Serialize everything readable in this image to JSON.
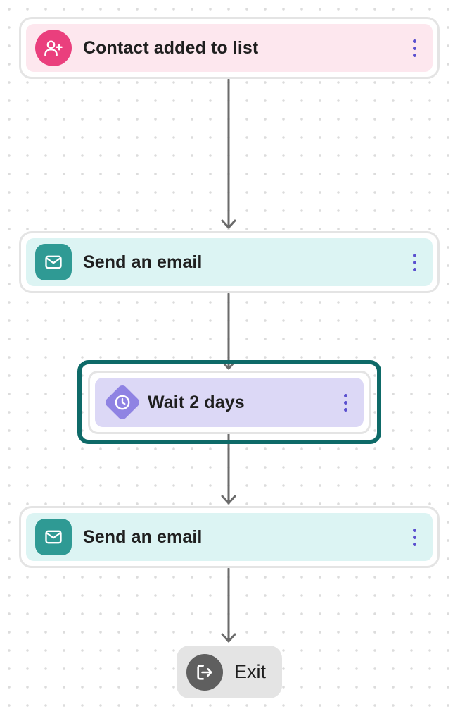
{
  "workflow": {
    "trigger": {
      "label": "Contact added to list",
      "icon": "user-plus-icon",
      "color": "#ea3f7d"
    },
    "steps": [
      {
        "label": "Send an email",
        "icon": "mail-icon",
        "color": "#2f9a94"
      },
      {
        "label": "Wait 2 days",
        "icon": "clock-icon",
        "color": "#8f83e3",
        "selected": true
      },
      {
        "label": "Send an email",
        "icon": "mail-icon",
        "color": "#2f9a94"
      }
    ],
    "exit": {
      "label": "Exit",
      "icon": "exit-icon"
    }
  },
  "colors": {
    "trigger_bg": "#fde7ee",
    "email_bg": "#dcf4f3",
    "wait_bg": "#dcd8f6",
    "selection_border": "#0e6a68",
    "menu_dots": "#5b50cf",
    "connector": "#6b6b6b"
  }
}
